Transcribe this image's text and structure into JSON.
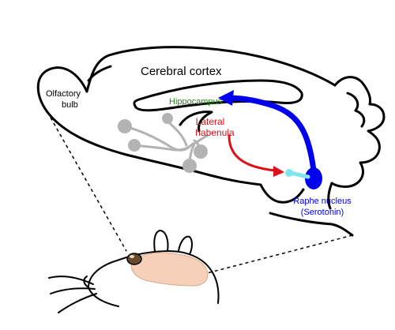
{
  "labels": {
    "cerebral_cortex": "Cerebral cortex",
    "olfactory_bulb_line1": "Olfactory",
    "olfactory_bulb_line2": "bulb",
    "hippocampus": "Hippocampus",
    "lateral_habenula_line1": "Lateral",
    "lateral_habenula_line2": "habenula",
    "raphe_nucleus_line1": "Raphe nucleus",
    "raphe_nucleus_line2": "(Serotonin)"
  },
  "colors": {
    "outline": "#000000",
    "hippocampus": "#2e7d1f",
    "habenula": "#e0101a",
    "raphe": "#0000ee",
    "raphe_terminal": "#7fe6ee",
    "olfactory_pathway": "#b3b3b3",
    "rat_brain_fill": "#f6d0b8",
    "rat_eye": "#6b4a2e"
  }
}
